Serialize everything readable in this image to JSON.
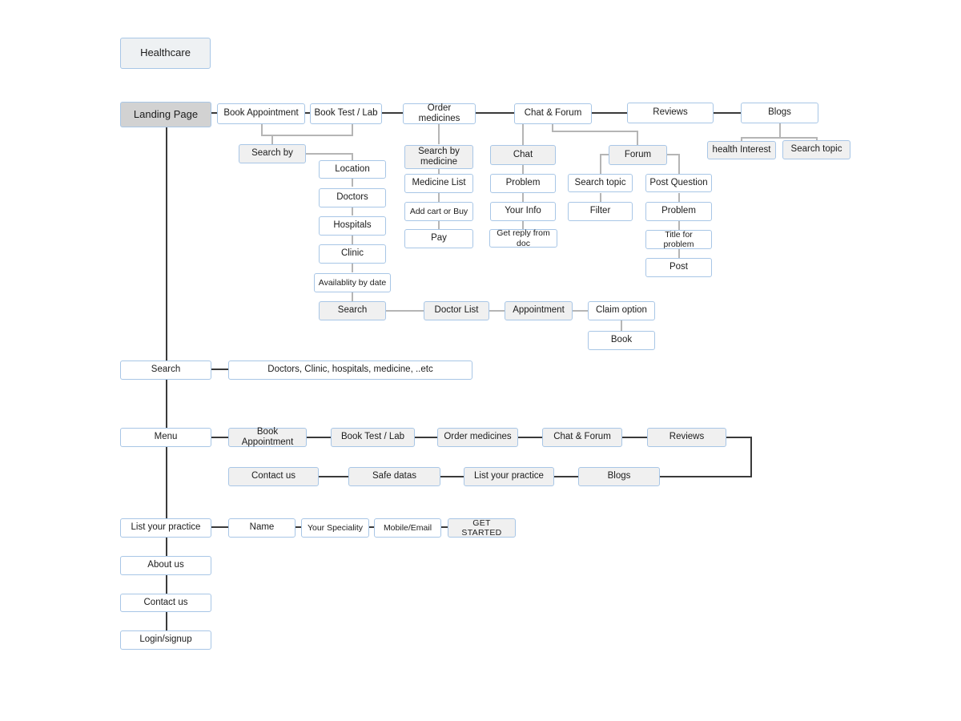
{
  "diagram": {
    "title": "Healthcare",
    "type": "sitemap-flowchart",
    "colors": {
      "node_border": "#a8c6e6",
      "node_fill": "#ffffff",
      "node_fill_shaded": "#f0f0f0",
      "node_fill_dark": "#d2d2d2",
      "title_fill": "#eef1f3",
      "connector_dark": "#3a3a3a",
      "connector_light": "#b5b5b5",
      "background": "#ffffff",
      "text": "#1c1c1c"
    }
  },
  "nodes": {
    "title_box": "Healthcare",
    "landing_page": "Landing Page",
    "book_appointment": "Book Appointment",
    "book_test_lab": "Book Test / Lab",
    "order_medicines": "Order medicines",
    "chat_forum": "Chat & Forum",
    "reviews": "Reviews",
    "blogs": "Blogs",
    "search_by": "Search by",
    "location": "Location",
    "doctors": "Doctors",
    "hospitals": "Hospitals",
    "clinic": "Clinic",
    "availability_by_date": "Availablity by date",
    "search_result": "Search",
    "doctor_list": "Doctor List",
    "appointment": "Appointment",
    "claim_option": "Claim option",
    "book": "Book",
    "search_by_medicine": "Search by medicine",
    "medicine_list": "Medicine List",
    "add_cart_or_buy": "Add cart or  Buy",
    "pay": "Pay",
    "chat": "Chat",
    "problem_chat": "Problem",
    "your_info": "Your Info",
    "get_reply_from_doc": "Get reply from doc",
    "forum": "Forum",
    "forum_search_topic": "Search topic",
    "filter": "Filter",
    "post_question": "Post Question",
    "problem_forum": "Problem",
    "title_for_problem": "Title for problem",
    "post": "Post",
    "health_interest": "health Interest",
    "blogs_search_topic": "Search topic",
    "search_left": "Search",
    "search_scope": "Doctors, Clinic, hospitals, medicine, ..etc",
    "menu": "Menu",
    "menu_book_appointment": "Book Appointment",
    "menu_book_test_lab": "Book Test / Lab",
    "menu_order_medicines": "Order medicines",
    "menu_chat_forum": "Chat & Forum",
    "menu_reviews": "Reviews",
    "menu_contact_us": "Contact us",
    "menu_safe_datas": "Safe datas",
    "menu_list_your_practice": "List your practice",
    "menu_blogs": "Blogs",
    "list_your_practice": "List your practice",
    "name_field": "Name",
    "your_speciality": "Your Speciality",
    "mobile_email": "Mobile/Email",
    "get_started": "GET STARTED",
    "about_us": "About us",
    "contact_us": "Contact us",
    "login_signup": "Login/signup"
  }
}
